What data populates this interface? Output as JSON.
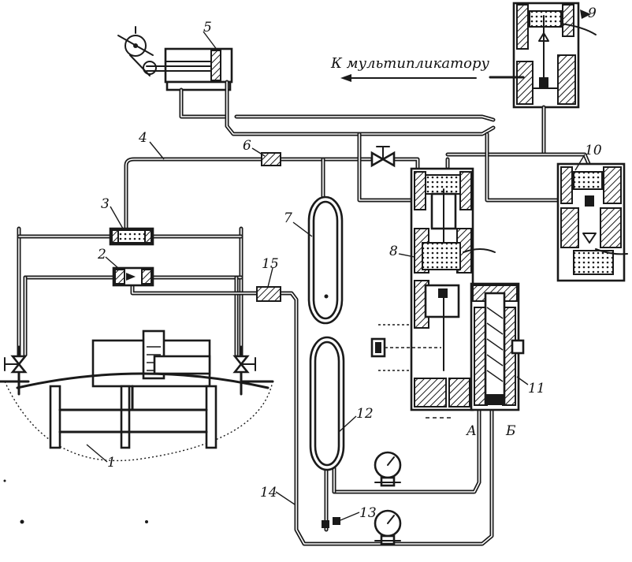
{
  "figure": {
    "caption_arrow": "К мультипликатору",
    "labels": {
      "n1": "1",
      "n2": "2",
      "n3": "3",
      "n4": "4",
      "n5": "5",
      "n6": "6",
      "n7": "7",
      "n8": "8",
      "n9": "9",
      "n10": "10",
      "n11": "11",
      "n12": "12",
      "n13": "13",
      "n14": "14",
      "n15": "15",
      "a": "А",
      "b": "Б"
    }
  }
}
